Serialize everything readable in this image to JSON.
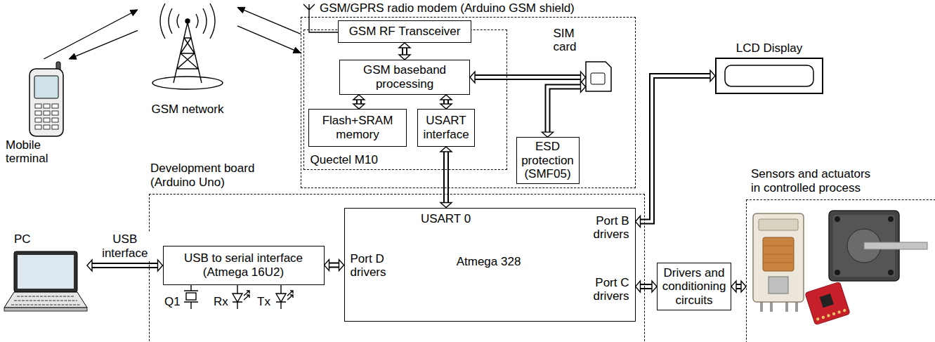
{
  "diagram": {
    "nodes": [
      {
        "text": [
          "GSM network"
        ]
      },
      {
        "text": [
          "Mobile terminal"
        ]
      },
      {
        "text": [
          "GSM/GPRS radio modem (Arduino GSM shield)"
        ]
      },
      {
        "text": [
          "Quectel M10"
        ],
        "in": 2
      },
      {
        "text": [
          "GSM RF Transceiver"
        ],
        "in": 3
      },
      {
        "text": [
          "GSM baseband processing"
        ],
        "in": 3
      },
      {
        "text": [
          "Flash+SRAM memory"
        ],
        "in": 3
      },
      {
        "text": [
          "USART interface"
        ],
        "in": 3
      },
      {
        "text": [
          "SIM card"
        ],
        "in": 2
      },
      {
        "text": [
          "ESD protection (SMF05)"
        ],
        "in": 2
      },
      {
        "text": [
          "LCD Display"
        ]
      },
      {
        "text": [
          "PC"
        ]
      },
      {
        "text": [
          "Development board (Arduino Uno)"
        ]
      },
      {
        "text": [
          "USB to serial interface (Atmega 16U2)"
        ],
        "in": 12
      },
      {
        "text": [
          "USART 0",
          "Port D drivers",
          "Atmega 328",
          "Port B drivers",
          "Port C drivers"
        ],
        "in": 12
      },
      {
        "text": [
          "Drivers and conditioning circuits"
        ]
      },
      {
        "text": [
          "Sensors and actuators in controlled process"
        ]
      }
    ],
    "edges": [
      {
        "from": 1,
        "to": 0,
        "arrow": "to"
      },
      {
        "from": 0,
        "to": 1,
        "arrow": "to"
      },
      {
        "from": 0,
        "to": 2,
        "arrow": "to"
      },
      {
        "from": 2,
        "to": 0,
        "arrow": "to"
      },
      {
        "from": 4,
        "to": 5,
        "arrow": "both"
      },
      {
        "from": 5,
        "to": 6,
        "arrow": "both"
      },
      {
        "from": 5,
        "to": 7,
        "arrow": "both"
      },
      {
        "from": 5,
        "to": 8,
        "arrow": "both"
      },
      {
        "from": 9,
        "to": 8,
        "arrow": "both"
      },
      {
        "from": 7,
        "to": 14,
        "arrow": "both"
      },
      {
        "from": 14,
        "to": 10,
        "arrow": "both"
      },
      {
        "from": 11,
        "to": 13,
        "arrow": "both",
        "label": "USB interface"
      },
      {
        "from": 13,
        "to": 14,
        "arrow": "both"
      },
      {
        "from": 14,
        "to": 15,
        "arrow": "both"
      },
      {
        "from": 15,
        "to": 16,
        "arrow": "both"
      }
    ],
    "labels": [
      "Q1",
      "Rx",
      "Tx"
    ]
  }
}
